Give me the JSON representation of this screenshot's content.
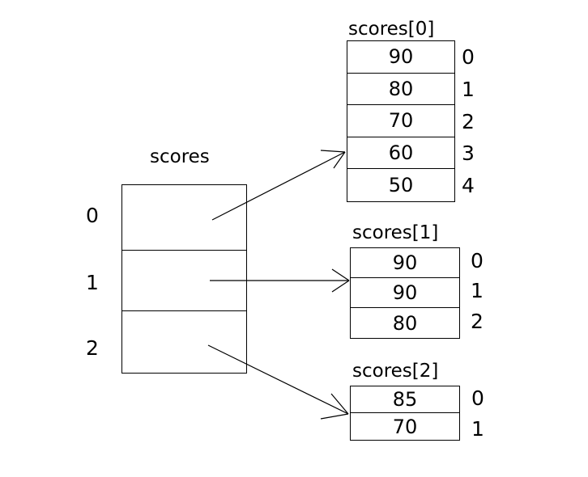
{
  "diagram": {
    "title": "scores",
    "main_array": {
      "label": "scores",
      "indices": [
        "0",
        "1",
        "2"
      ],
      "cells": [
        "",
        "",
        ""
      ]
    },
    "sub_arrays": [
      {
        "label": "scores[0]",
        "values": [
          "90",
          "80",
          "70",
          "60",
          "50"
        ],
        "indices": [
          "0",
          "1",
          "2",
          "3",
          "4"
        ]
      },
      {
        "label": "scores[1]",
        "values": [
          "90",
          "90",
          "80"
        ],
        "indices": [
          "0",
          "1",
          "2"
        ]
      },
      {
        "label": "scores[2]",
        "values": [
          "85",
          "70"
        ],
        "indices": [
          "0",
          "1"
        ]
      }
    ],
    "colors": {
      "background": "#ffffff",
      "stroke": "#000000",
      "text": "#000000"
    }
  }
}
